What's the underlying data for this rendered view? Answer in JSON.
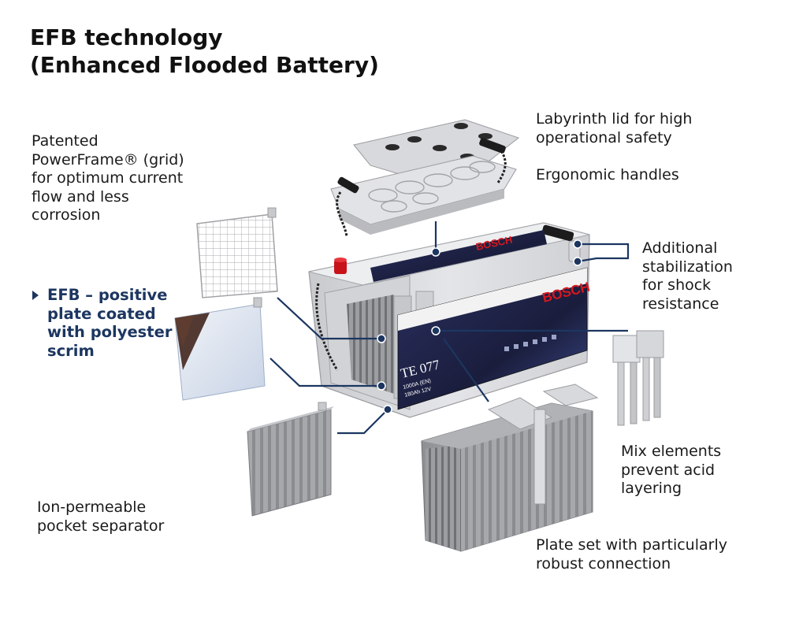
{
  "title": {
    "line1": "EFB technology",
    "line2": "(Enhanced Flooded Battery)"
  },
  "labels": {
    "powerframe": [
      "Patented",
      "PowerFrame® (grid)",
      "for optimum current",
      "flow and less",
      "corrosion"
    ],
    "efb_plate": [
      "EFB – positive",
      "plate coated",
      "with polyester",
      "scrim"
    ],
    "separator": [
      "Ion-permeable",
      "pocket separator"
    ],
    "lid": [
      "Labyrinth lid for high",
      "operational safety"
    ],
    "handles": [
      "Ergonomic handles"
    ],
    "stabilization": [
      "Additional",
      "stabilization",
      "for shock",
      "resistance"
    ],
    "mix": [
      "Mix elements",
      "prevent acid",
      "layering"
    ],
    "plate_set": [
      "Plate set with particularly",
      "robust connection"
    ]
  },
  "battery": {
    "brand": "BOSCH",
    "model": "TE 077",
    "rating_line1": "1000A (EN)",
    "rating_line2": "180Ah 12V"
  },
  "colors": {
    "accent": "#1c3660",
    "battery_body": "#dcdde0",
    "brand_red": "#d8171e",
    "label_dark": "#1b2040"
  }
}
